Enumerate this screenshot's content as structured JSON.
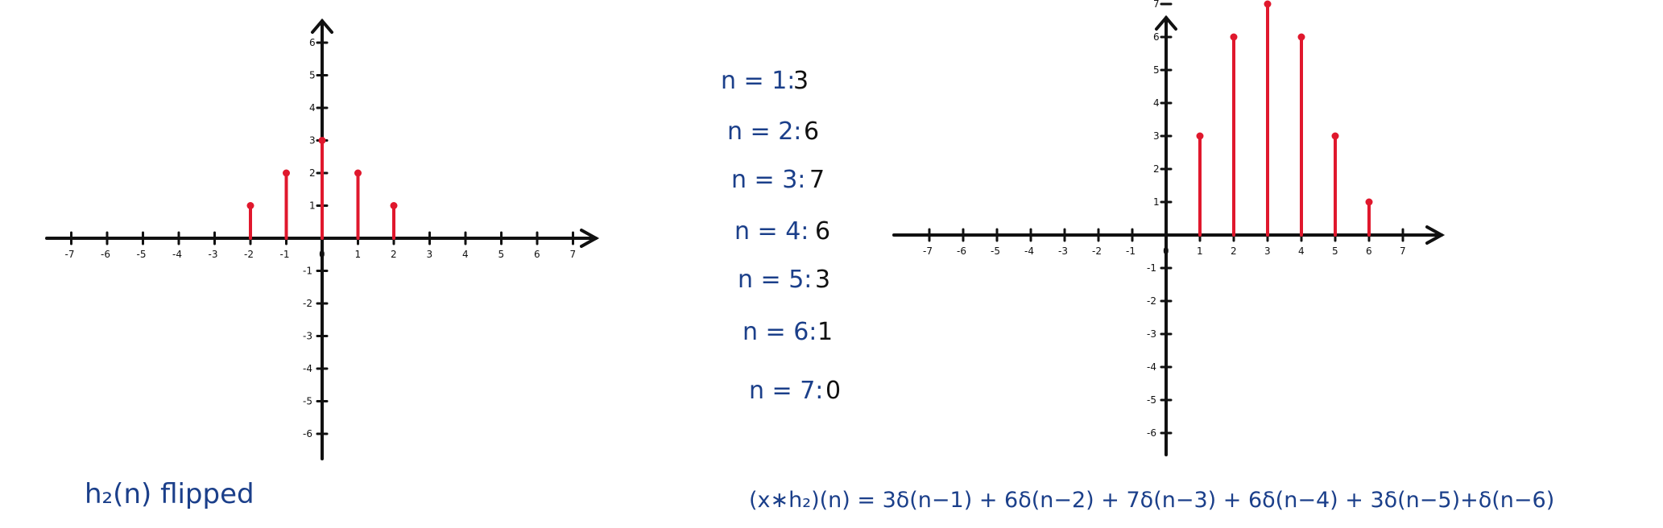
{
  "colors": {
    "stem": "#e0182d",
    "handwriting": "#1b3f8a",
    "axis": "#111111"
  },
  "chart_data": [
    {
      "type": "stem",
      "title": "",
      "xlabel": "",
      "ylabel": "",
      "xlim": [
        -7,
        7
      ],
      "ylim": [
        -6,
        6
      ],
      "x_ticks": [
        -7,
        -6,
        -5,
        -4,
        -3,
        -2,
        -1,
        0,
        1,
        2,
        3,
        4,
        5,
        6,
        7
      ],
      "y_ticks": [
        -6,
        -5,
        -4,
        -3,
        -2,
        -1,
        1,
        2,
        3,
        4,
        5,
        6
      ],
      "x": [
        -2,
        -1,
        0,
        1,
        2
      ],
      "values": [
        1,
        2,
        3,
        2,
        1
      ]
    },
    {
      "type": "stem",
      "title": "",
      "xlabel": "",
      "ylabel": "",
      "xlim": [
        -7,
        7
      ],
      "ylim": [
        -6,
        7
      ],
      "x_ticks": [
        -7,
        -6,
        -5,
        -4,
        -3,
        -2,
        -1,
        0,
        1,
        2,
        3,
        4,
        5,
        6,
        7
      ],
      "y_ticks": [
        -6,
        -5,
        -4,
        -3,
        -2,
        -1,
        1,
        2,
        3,
        4,
        5,
        6,
        7
      ],
      "x": [
        1,
        2,
        3,
        4,
        5,
        6
      ],
      "values": [
        3,
        6,
        7,
        6,
        3,
        1
      ]
    }
  ],
  "notes": {
    "left_caption": "h₂(n)  flipped",
    "values_list": [
      {
        "n": "n = 1:",
        "value": "3"
      },
      {
        "n": "n = 2:",
        "value": "6"
      },
      {
        "n": "n = 3:",
        "value": "7"
      },
      {
        "n": "n = 4:",
        "value": "6"
      },
      {
        "n": "n = 5:",
        "value": "3"
      },
      {
        "n": "n = 6:",
        "value": "1"
      },
      {
        "n": "n = 7:",
        "value": "0"
      }
    ],
    "equation": "(x∗h₂)(n) = 3δ(n−1)  + 6δ(n−2) + 7δ(n−3) + 6δ(n−4)  + 3δ(n−5)+δ(n−6)"
  }
}
